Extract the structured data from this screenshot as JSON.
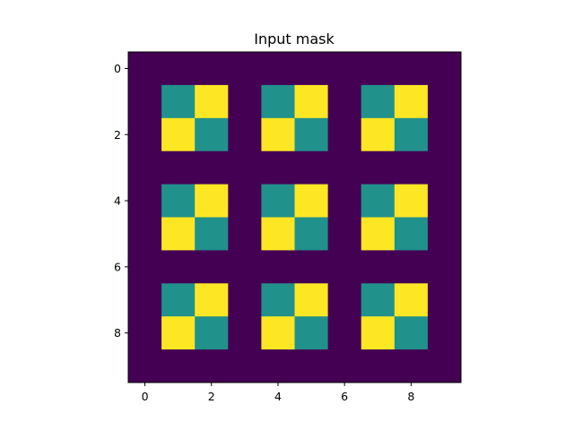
{
  "chart_data": {
    "type": "heatmap",
    "title": "Input mask",
    "xlabel": "",
    "ylabel": "",
    "xlim": [
      -0.5,
      9.5
    ],
    "ylim": [
      9.5,
      -0.5
    ],
    "x_ticks": [
      "0",
      "2",
      "4",
      "6",
      "8"
    ],
    "y_ticks": [
      "0",
      "2",
      "4",
      "6",
      "8"
    ],
    "colormap": "viridis",
    "colors": {
      "0": "#440154",
      "1": "#21918c",
      "2": "#fde725"
    },
    "grid": false,
    "values": [
      [
        0,
        0,
        0,
        0,
        0,
        0,
        0,
        0,
        0,
        0
      ],
      [
        0,
        1,
        2,
        0,
        1,
        2,
        0,
        1,
        2,
        0
      ],
      [
        0,
        2,
        1,
        0,
        2,
        1,
        0,
        2,
        1,
        0
      ],
      [
        0,
        0,
        0,
        0,
        0,
        0,
        0,
        0,
        0,
        0
      ],
      [
        0,
        1,
        2,
        0,
        1,
        2,
        0,
        1,
        2,
        0
      ],
      [
        0,
        2,
        1,
        0,
        2,
        1,
        0,
        2,
        1,
        0
      ],
      [
        0,
        0,
        0,
        0,
        0,
        0,
        0,
        0,
        0,
        0
      ],
      [
        0,
        1,
        2,
        0,
        1,
        2,
        0,
        1,
        2,
        0
      ],
      [
        0,
        2,
        1,
        0,
        2,
        1,
        0,
        2,
        1,
        0
      ],
      [
        0,
        0,
        0,
        0,
        0,
        0,
        0,
        0,
        0,
        0
      ]
    ]
  }
}
